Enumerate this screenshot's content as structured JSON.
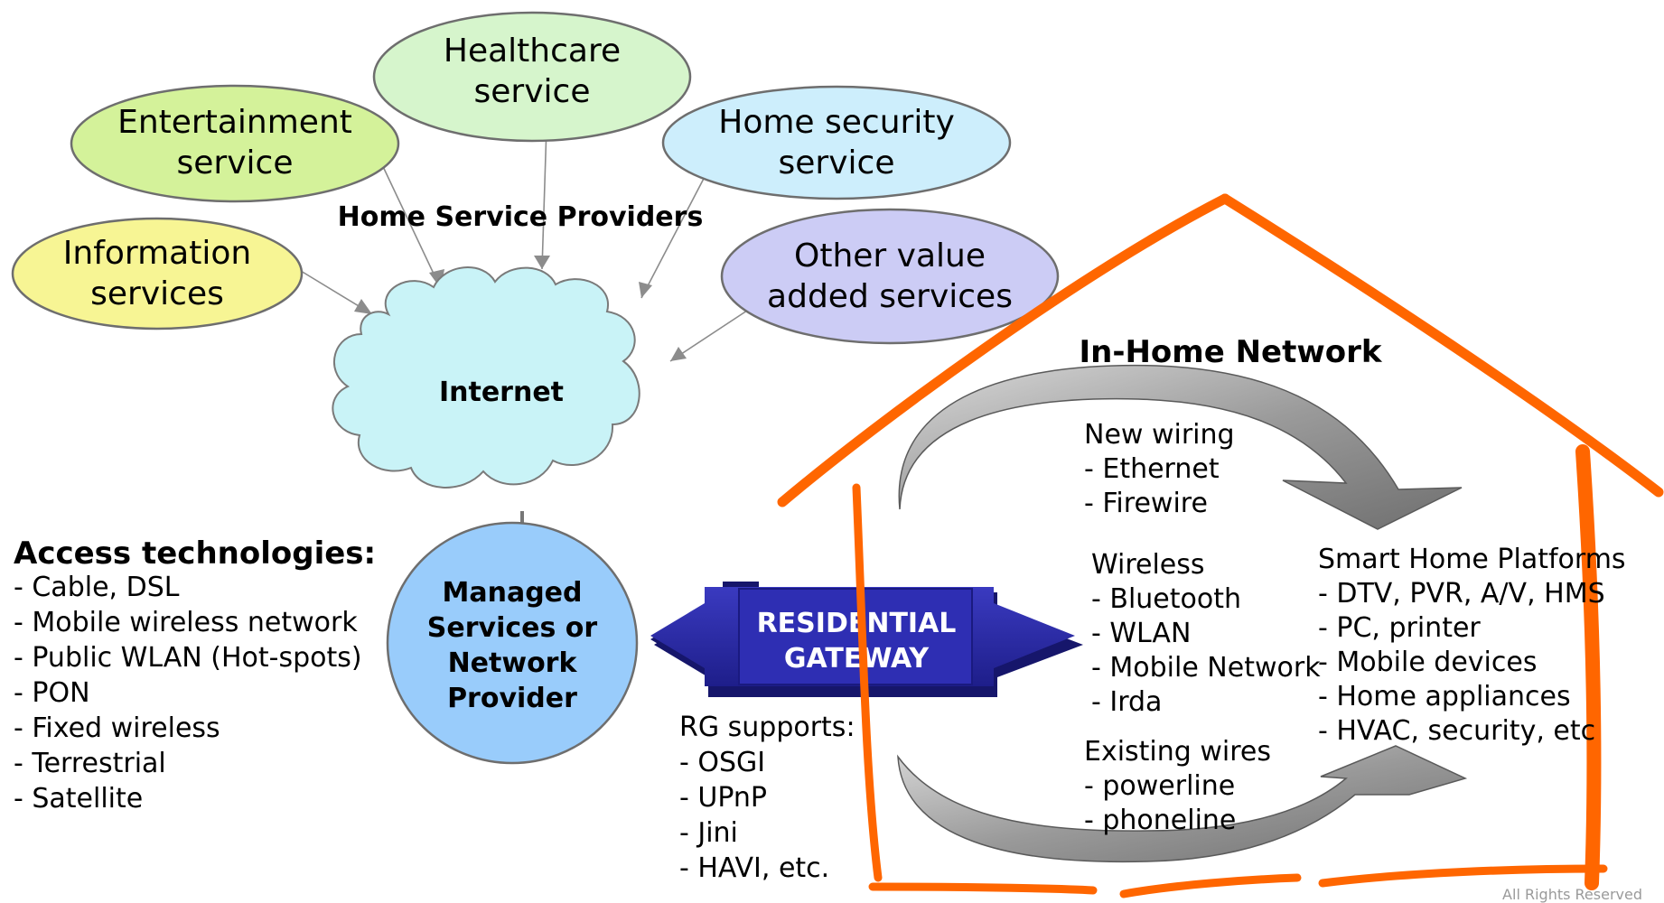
{
  "services": {
    "healthcare": [
      "Healthcare",
      "service"
    ],
    "entertainment": [
      "Entertainment",
      "service"
    ],
    "home_security": [
      "Home security",
      "service"
    ],
    "information": [
      "Information",
      "services"
    ],
    "other_value_added": [
      "Other value",
      "added services"
    ]
  },
  "home_service_providers_label": "Home Service Providers",
  "internet_label": "Internet",
  "managed_provider": [
    "Managed",
    "Services or",
    "Network",
    "Provider"
  ],
  "residential_gateway": [
    "RESIDENTIAL",
    "GATEWAY"
  ],
  "access": {
    "title": "Access technologies:",
    "items": [
      "- Cable, DSL",
      "- Mobile wireless network",
      "- Public WLAN (Hot-spots)",
      "- PON",
      "- Fixed wireless",
      "- Terrestrial",
      "- Satellite"
    ]
  },
  "rg_supports": {
    "title": "RG supports:",
    "items": [
      "- OSGI",
      "- UPnP",
      "- Jini",
      "- HAVI, etc."
    ]
  },
  "in_home": {
    "title": "In-Home Network",
    "new_wiring": {
      "title": "New wiring",
      "items": [
        "- Ethernet",
        "- Firewire"
      ]
    },
    "wireless": {
      "title": "Wireless",
      "items": [
        "- Bluetooth",
        "- WLAN",
        "- Mobile Network",
        "- Irda"
      ]
    },
    "existing_wires": {
      "title": "Existing wires",
      "items": [
        "- powerline",
        "- phoneline"
      ]
    },
    "smart_home": {
      "title": "Smart Home Platforms",
      "items": [
        "- DTV, PVR, A/V, HMS",
        "- PC, printer",
        "- Mobile devices",
        "- Home appliances",
        "- HVAC, security, etc"
      ]
    }
  },
  "footer": "All Rights Reserved",
  "colors": {
    "healthcare": "#d6f5cc",
    "entertainment": "#d4f29a",
    "home_security": "#cdeefc",
    "information": "#f7f594",
    "other": "#ccccf5",
    "cloud": "#c9f3f7",
    "managed": "#99ccfb",
    "gateway": "#2b2ba8",
    "house": "#ff6600"
  }
}
